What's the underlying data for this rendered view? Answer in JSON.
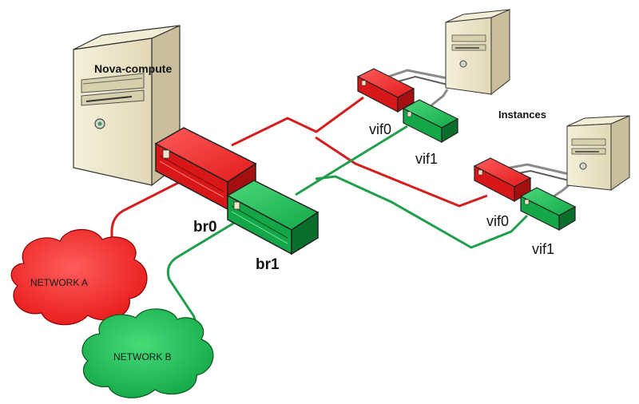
{
  "labels": {
    "server": "Nova-compute",
    "instances": "Instances",
    "bridge_red": "br0",
    "bridge_green": "br1",
    "vif0_top": "vif0",
    "vif1_top": "vif1",
    "vif0_bottom": "vif0",
    "vif1_bottom": "vif1",
    "network_a": "NETWORK A",
    "network_b": "NETWORK B"
  },
  "colors": {
    "red": "#e21b1b",
    "red_dark": "#a50f0f",
    "green": "#14a748",
    "green_dark": "#0a6e2c",
    "server_face": "#efe7cc",
    "server_side": "#c9bf9c",
    "cable_grey": "#8a8a8a"
  },
  "icons": [
    "server-icon",
    "switch-icon",
    "cloud-icon"
  ]
}
